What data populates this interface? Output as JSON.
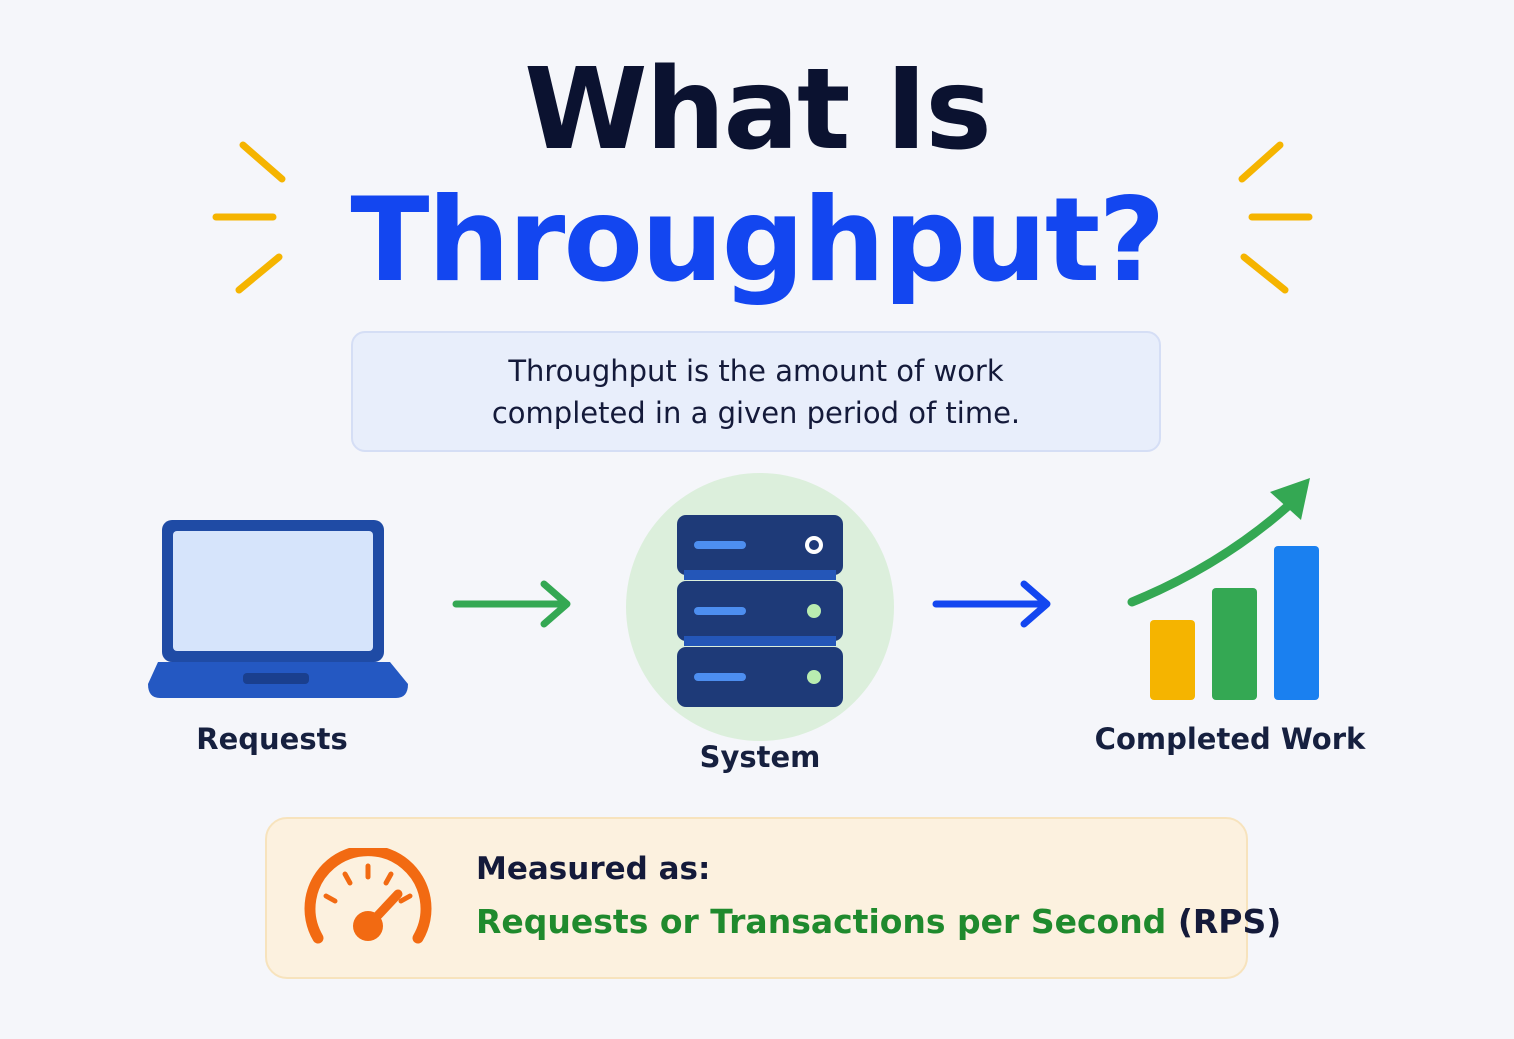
{
  "title": {
    "line1": "What Is",
    "line2": "Throughput?"
  },
  "definition": {
    "line1": "Throughput is the amount of work",
    "line2": "completed in a given period of time."
  },
  "flow": {
    "requests_label": "Requests",
    "system_label": "System",
    "completed_label": "Completed Work"
  },
  "measure": {
    "heading": "Measured as:",
    "value_main": "Requests or Transactions per Second",
    "value_suffix": "(RPS)"
  },
  "colors": {
    "accent_blue": "#1346f0",
    "accent_green": "#34a853",
    "accent_yellow": "#f5b400",
    "accent_orange": "#f26a12",
    "server_navy": "#1e3a78"
  },
  "icons": {
    "laptop": "laptop-icon",
    "server": "server-icon",
    "growth_chart": "growth-chart-icon",
    "speedometer": "speedometer-icon"
  }
}
